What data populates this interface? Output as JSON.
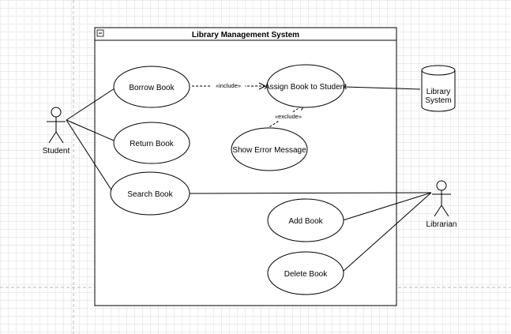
{
  "system": {
    "title": "Library Management System"
  },
  "actors": {
    "student": {
      "label": "Student"
    },
    "librarian": {
      "label": "Librarian"
    }
  },
  "external": {
    "library_system": {
      "line1": "Library",
      "line2": "System"
    }
  },
  "use_cases": {
    "borrow_book": "Borrow Book",
    "return_book": "Return Book",
    "search_book": "Search Book",
    "assign_book": "Assign Book to Student",
    "show_error": "Show Error Message",
    "add_book": "Add Book",
    "delete_book": "Delete Book"
  },
  "relations": {
    "include_label": "«include»",
    "exclude_label": "«exclude»"
  }
}
